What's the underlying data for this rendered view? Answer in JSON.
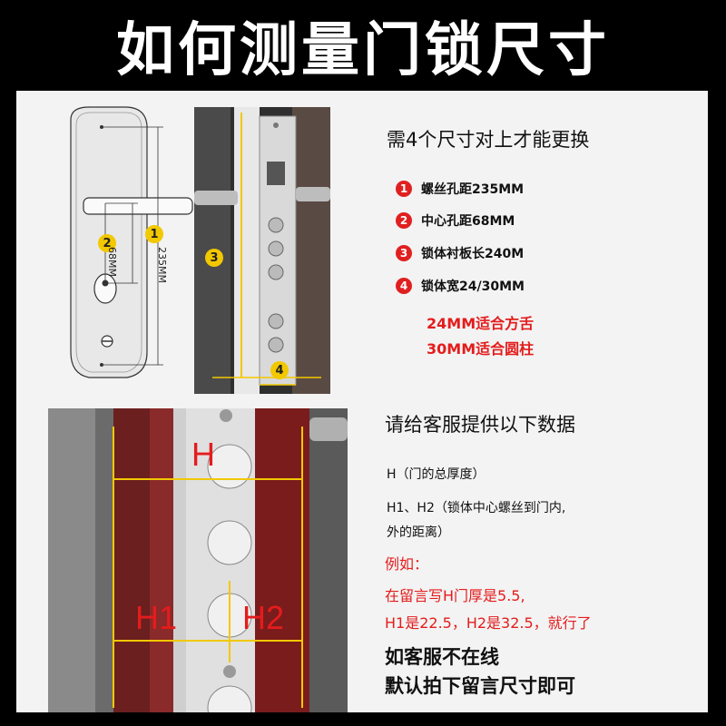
{
  "header": {
    "title": "如何测量门锁尺寸"
  },
  "diagram": {
    "badge1": "1",
    "badge2": "2",
    "dim_68": "68MM",
    "dim_235": "235MM",
    "badge3": "3",
    "badge4": "4",
    "photo2_H": "H",
    "photo2_H1": "H1",
    "photo2_H2": "H2"
  },
  "requirements": {
    "title": "需4个尺寸对上才能更换",
    "items": [
      {
        "num": "1",
        "text": "螺丝孔距235MM"
      },
      {
        "num": "2",
        "text": "中心孔距68MM"
      },
      {
        "num": "3",
        "text": "锁体衬板长240M"
      },
      {
        "num": "4",
        "text": "锁体宽24/30MM"
      }
    ],
    "note_line1": "24MM适合方舌",
    "note_line2": "30MM适合圆柱"
  },
  "provide": {
    "title": "请给客服提供以下数据",
    "h_desc": "H（门的总厚度）",
    "h12_desc_line1": "H1、H2（锁体中心螺丝到门内,",
    "h12_desc_line2": "外的距离）",
    "example_label": "例如：",
    "example_line1": "在留言写H门厚是5.5,",
    "example_line2": "H1是22.5，H2是32.5，就行了",
    "offline_line1": "如客服不在线",
    "offline_line2": "默认拍下留言尺寸即可"
  },
  "colors": {
    "accent_yellow": "#f2c800",
    "accent_red": "#e41c1c"
  }
}
